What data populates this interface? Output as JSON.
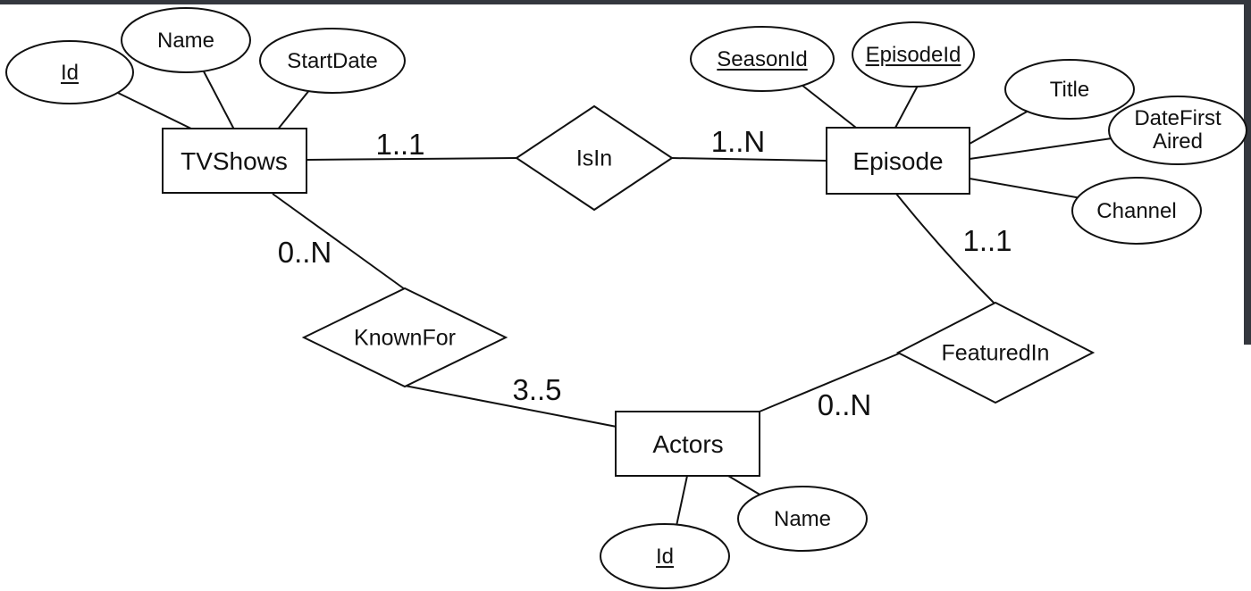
{
  "colors": {
    "chrome": "#34373e",
    "ink": "#111111"
  },
  "er": {
    "entities": {
      "tvshows": "TVShows",
      "episode": "Episode",
      "actors": "Actors"
    },
    "relationships": {
      "isin": "IsIn",
      "knownfor": "KnownFor",
      "featuredin": "FeaturedIn"
    },
    "attributes": {
      "tvshows_id": "Id",
      "tvshows_name": "Name",
      "tvshows_startdate": "StartDate",
      "episode_seasonid": "SeasonId",
      "episode_episodeid": "EpisodeId",
      "episode_title": "Title",
      "episode_datefirstaired": "DateFirst\nAired",
      "episode_channel": "Channel",
      "actors_id": "Id",
      "actors_name": "Name"
    },
    "cardinalities": {
      "tvshows_isin": "1..1",
      "isin_episode": "1..N",
      "tvshows_knownfor": "0..N",
      "knownfor_actors": "3..5",
      "actors_featuredin": "0..N",
      "episode_featuredin": "1..1"
    }
  }
}
